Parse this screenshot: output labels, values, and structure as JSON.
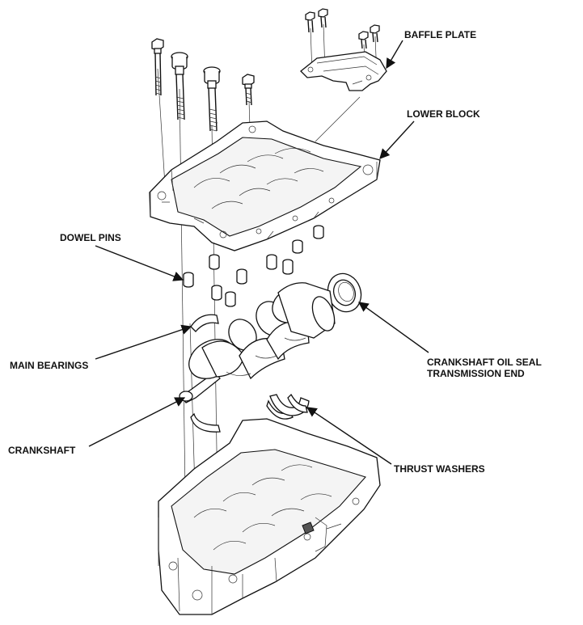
{
  "labels": {
    "baffle_plate": "BAFFLE PLATE",
    "lower_block": "LOWER BLOCK",
    "dowel_pins": "DOWEL PINS",
    "main_bearings": "MAIN BEARINGS",
    "crankshaft_oil_seal_line1": "CRANKSHAFT OIL SEAL",
    "crankshaft_oil_seal_line2": "TRANSMISSION END",
    "crankshaft": "CRANKSHAFT",
    "thrust_washers": "THRUST WASHERS"
  }
}
